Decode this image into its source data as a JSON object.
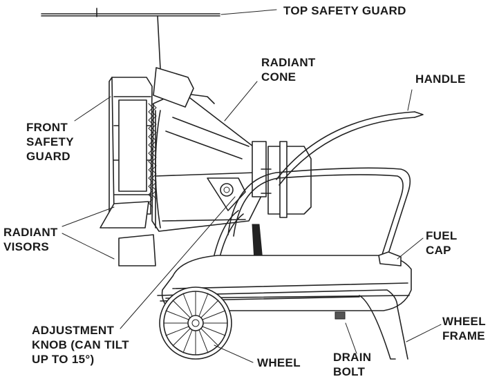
{
  "labels": {
    "top_safety_guard": "TOP SAFETY GUARD",
    "radiant_cone": [
      "RADIANT",
      "CONE"
    ],
    "handle": "HANDLE",
    "front_safety_guard": [
      "FRONT",
      "SAFETY",
      "GUARD"
    ],
    "radiant_visors": [
      "RADIANT",
      "VISORS"
    ],
    "fuel_cap": [
      "FUEL",
      "CAP"
    ],
    "wheel_frame": [
      "WHEEL",
      "FRAME"
    ],
    "adjustment_knob": [
      "ADJUSTMENT",
      "KNOB (CAN TILT",
      "UP TO 15°)"
    ],
    "wheel": "WHEEL",
    "drain_bolt": [
      "DRAIN",
      "BOLT"
    ]
  },
  "colors": {
    "line": "#222222",
    "background": "#ffffff"
  }
}
